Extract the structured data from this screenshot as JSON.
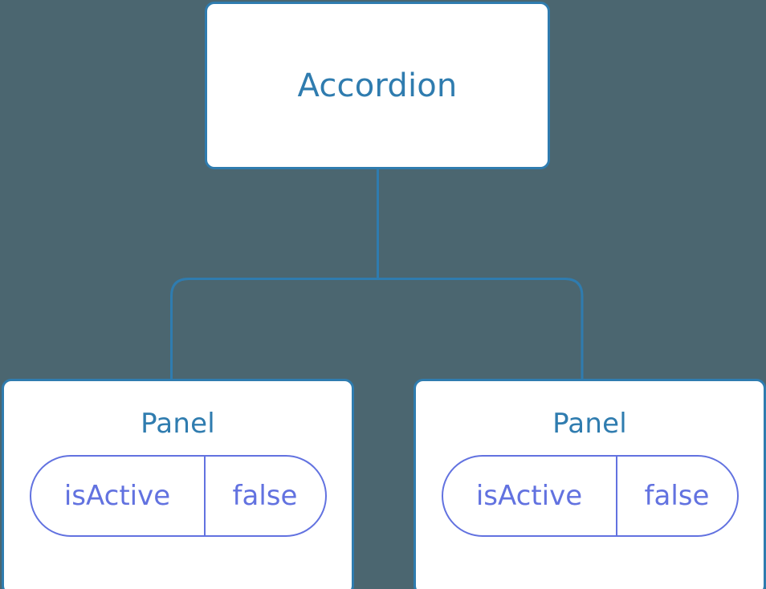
{
  "diagram": {
    "type": "component-tree",
    "background_color": "#4b6670",
    "node_border_color": "#2f7caf",
    "node_fill_color": "#ffffff",
    "node_text_color": "#2f7caf",
    "connector_color": "#2f7caf",
    "pill_color": "#6272e0",
    "root": {
      "label": "Accordion"
    },
    "children": [
      {
        "label": "Panel",
        "prop": {
          "key": "isActive",
          "value": "false"
        }
      },
      {
        "label": "Panel",
        "prop": {
          "key": "isActive",
          "value": "false"
        }
      }
    ]
  }
}
